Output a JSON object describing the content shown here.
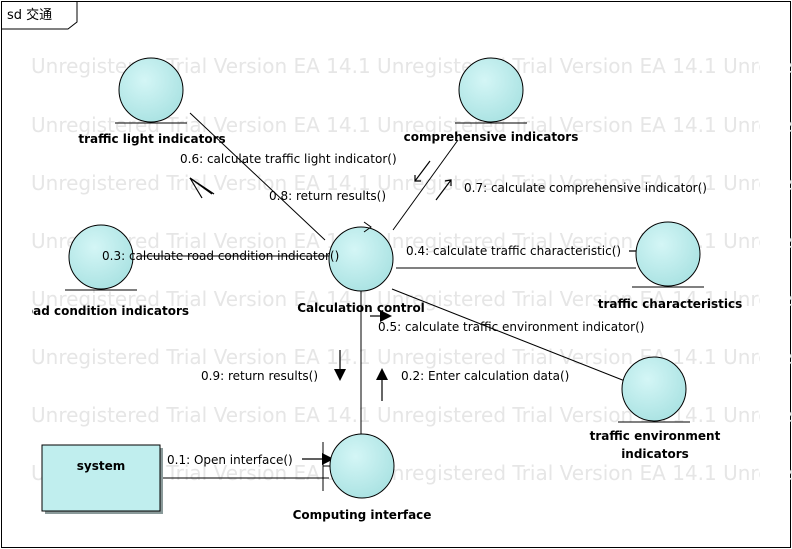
{
  "frame": {
    "title": "sd 交通"
  },
  "watermark": {
    "row_text": "Unregistered Trial Version  EA 14.1 Unregistered Trial Version  EA 14.1 Unregistered Trial Version"
  },
  "elements": {
    "traffic_light": "traffic light indicators",
    "comprehensive": "comprehensive indicators",
    "calculation": "Calculation control",
    "road_condition": "road condition indicators",
    "traffic_characteristics": "traffic characteristics",
    "environment_line1": "traffic environment",
    "environment_line2": "indicators",
    "computing_interface": "Computing interface",
    "system": "system"
  },
  "messages": {
    "m01": "0.1: Open interface()",
    "m02": "0.2: Enter calculation data()",
    "m03": "0.3: calculate road condition indicator()",
    "m04": "0.4: calculate traffic characteristic()",
    "m05": "0.5: calculate traffic environment indicator()",
    "m06": "0.6: calculate traffic light indicator()",
    "m07": "0.7: calculate comprehensive indicator()",
    "m08": "0.8: return results()",
    "m09": "0.9: return results()"
  },
  "colors": {
    "entity_fill": "#c0eeee",
    "line": "#000000",
    "watermark": "#e6e6e6"
  }
}
